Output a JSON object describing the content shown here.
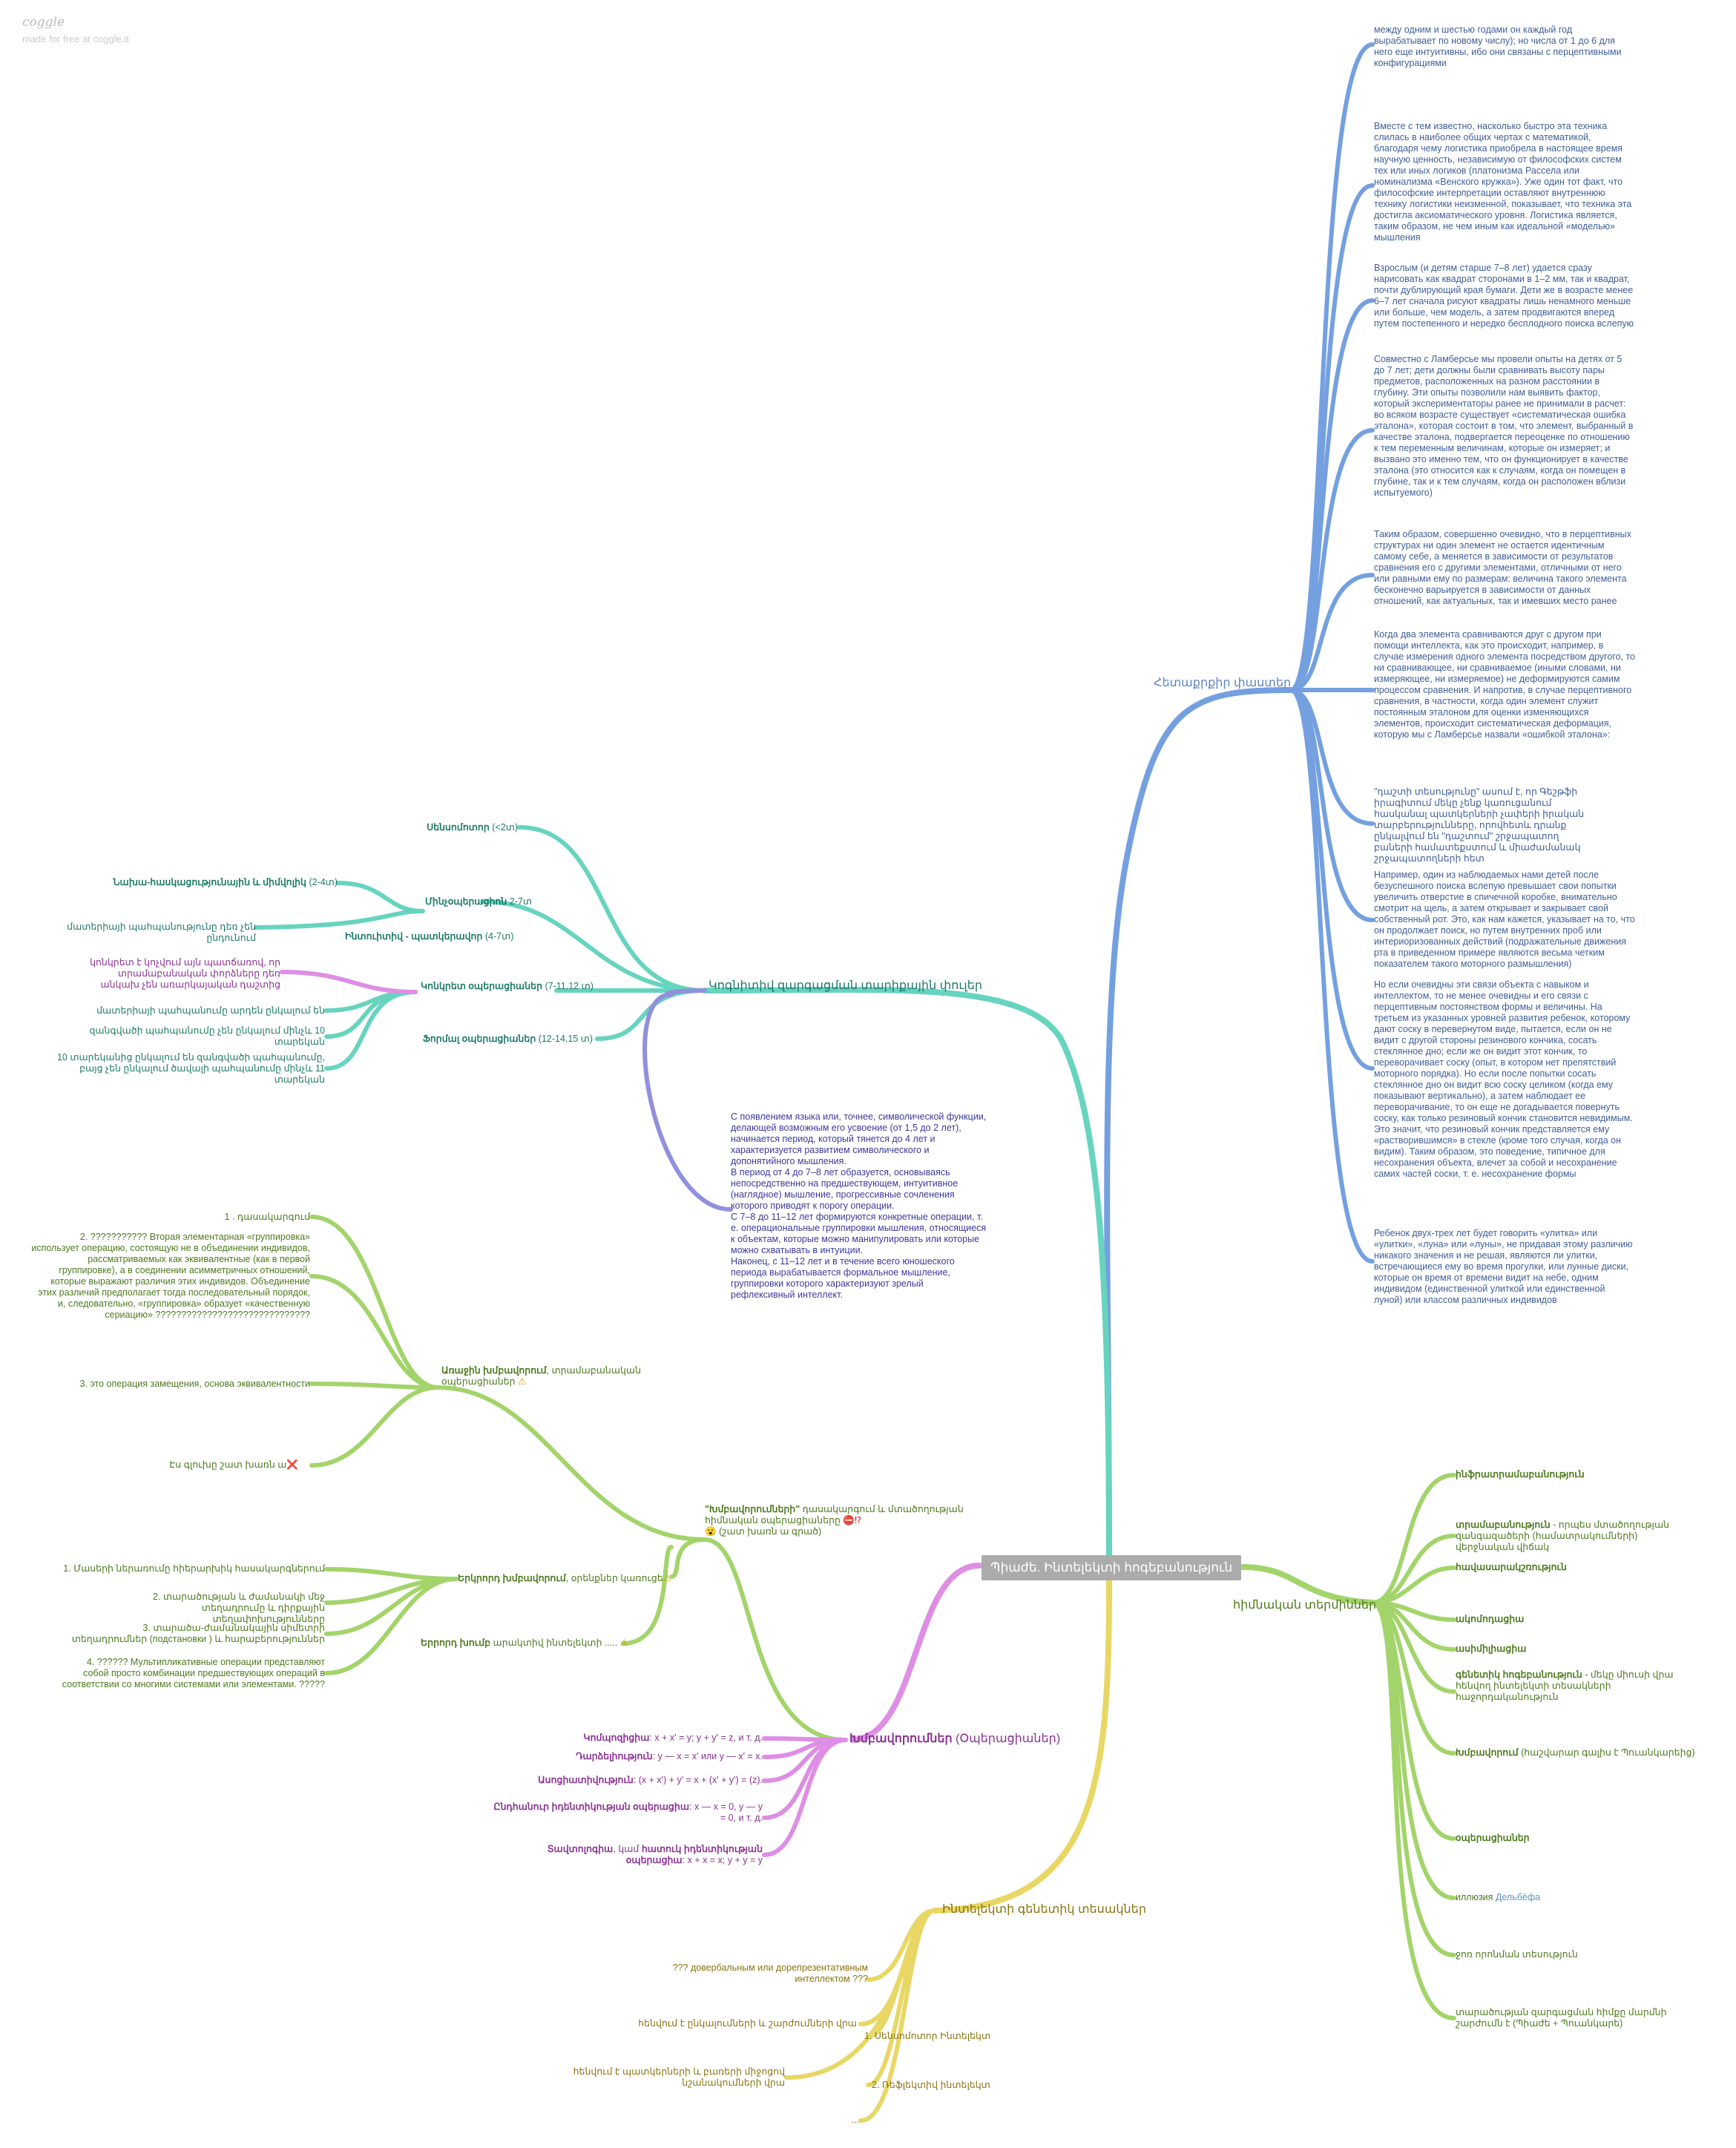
{
  "brand": {
    "logo": "coggle",
    "tagline": "made for free at coggle.it"
  },
  "root": "Պիաժե. Ինտելեկտի հոգեբանություն",
  "perception": {
    "title": "Հետաքրքիր փաստեր",
    "notes": [
      "между одним и шестью годами он каждый год вырабатывает по новому числу); но числа от 1 до 6 для него еще интуитивны, ибо они связаны с перцептивными конфигурациями",
      "Вместе с тем известно, насколько быстро эта техника слилась в наиболее общих чертах с математикой, благодаря чему логистика приобрела в настоящее время научную ценность, независимую от философских систем тех или иных логиков (платонизма Рассела или номинализма «Венского кружка»). Уже один тот факт, что философские интерпретации оставляют внутреннюю технику логистики неизменной, показывает, что техника эта достигла аксиоматического уровня. Логистика является, таким образом, не чем иным как идеальной «моделью» мышления",
      "Взрослым (и детям старше 7–8 лет) удается сразу нарисовать как квадрат сторонами в 1–2 мм, так и квадрат, почти дублирующий края бумаги. Дети же в возрасте менее 6–7 лет сначала рисуют квадраты лишь ненамного меньше или больше, чем модель, а затем продвигаются вперед путем постепенного и нередко бесплодного поиска вслепую",
      "Совместно с Ламберсье мы провели опыты на детях от 5 до 7 лет; дети должны были сравнивать высоту пары предметов, расположенных на разном расстоянии в глубину. Эти опыты позволили нам выявить фактор, который экспериментаторы ранее не принимали в расчет: во всяком возрасте существует «систематическая ошибка эталона», которая состоит в том, что элемент, выбранный в качестве эталона, подвергается переоценке по отношению к тем переменным величинам, которые он измеряет; и вызвано это именно тем, что он функционирует в качестве эталона (это относится как к случаям, когда он помещен в глубине, так и к тем случаям, когда он расположен вблизи испытуемого)",
      "Таким образом, совершенно очевидно, что в перцептивных структурах ни один элемент не остается идентичным самому себе, а меняется в зависимости от результатов сравнения его с другими элементами, отличными от него или равными ему по размерам: величина такого элемента бесконечно варьируется в зависимости от данных отношений, как актуальных, так и имевших место ранее",
      "Когда два элемента сравниваются друг с другом при помощи интеллекта, как это происходит, например, в случае измерения одного элемента посредством другого, то ни сравнивающее, ни сравниваемое (иными словами, ни измеряющее, ни измеряемое) не деформируются самим процессом сравнения. И напротив, в случае перцептивного сравнения, в частности, когда один элемент служит постоянным эталоном для оценки изменяющихся элементов, происходит систематическая деформация, которую мы с Ламберсье назвали «ошибкой эталона»:",
      "\"դաշտի տեսությունը\" ասում է, որ Գեշթֆի իրագիտում մեկը չենք կառուցանում հասկանալ պատկերների չափերի իրական տարբերությունները, որովհետև դրանք ընկալվում են \"դաշտում\" շրջապատող բաների համատեքստում և միաժամանակ շրջապատողների հետ",
      "Например, один из наблюдаемых нами детей после безуспешного поиска вслепую превышает свои попытки увеличить отверстие в спичечной коробке, внимательно смотрит на щель, а затем открывает и закрывает свой собственный рот. Это, как нам кажется, указывает на то, что он продолжает поиск, но путем внутренних проб или интериоризованных действий (подражательные движения рта в приведенном примере являются весьма четким показателем такого моторного размышления)",
      "Но если очевидны эти связи объекта с навыком и интеллектом, то не менее очевидны и его связи с перцептивным постоянством формы и величины. На третьем из указанных уровней развития ребенок, которому дают соску в перевернутом виде, пытается, если он не видит с другой стороны резинового кончика, сосать стеклянное дно; если же он видит этот кончик, то переворачивает соску (опыт, в котором нет препятствий моторного порядка). Но если после попытки сосать стеклянное дно он видит всю соску целиком (когда ему показывают вертикально), а затем наблюдает ее переворачивание, то он еще не догадывается повернуть соску, как только резиновый кончик становится невидимым. Это значит, что резиновый кончик представляется ему «растворившимся» в стекле (кроме того случая, когда он видим). Таким образом, это поведение, типичное для несохранения объекта, влечет за собой и несохранение самих частей соски, т. е. несохранение формы",
      "Ребенок двух-трех лет будет говорить «улитка» или «улитки», «луна» или «луны», не придавая этому различию никакого значения и не решая, являются ли улитки, встречающиеся ему во время прогулки, или лунные диски, которые он время от времени видит на небе, одним индивидом (единственной улиткой или единственной луной) или классом различных индивидов"
    ]
  },
  "stages": {
    "title": "Կոգնիտիվ զարգացման տարիքային փուլեր",
    "sensorimotor": {
      "label": "Սենսոմոտոր",
      "age": "(<2տ)"
    },
    "preop": {
      "label": "Մինչօպերացիոն",
      "age": "2-7տ"
    },
    "symbolic": {
      "label": "Նախա-հասկացությունային և միմվոլիկ",
      "age": "(2-4տ)"
    },
    "intuitive": {
      "label": "Ինտուիտիվ - պատկերավոր",
      "age": "(4-7տ)"
    },
    "intuitive_note": "մատերիայի պահպանությունը դեռ չեն ընդունում",
    "concrete": {
      "label": "Կոնկրետ օպերացիաներ",
      "age": "(7-11,12 տ)"
    },
    "concrete_notes": [
      "կոնկրետ է կոչվում այն պատճառով, որ տրամաբանական փորձները դեռ անկախ չեն առարկայական դաշտից",
      "մատերիայի պահպանումը արդեն ընկալում են",
      "զանգվածի պահպանումը չեն ընկալում մինչև 10 տարեկան",
      "10 տարեկանից ընկալում են զանգվածի պահպանումը, բայց չեն ընկալում ծավալի պահպանումը մինչև 11 տարեկան"
    ],
    "formal": {
      "label": "Ֆորմալ օպերացիաներ",
      "age": "(12-14,15 տ)"
    },
    "summary": [
      "С появлением языка или, точнее, символической функции, делающей возможным его усвоение (от 1,5 до 2 лет), начинается период, который тянется до 4 лет и характеризуется развитием символического и допонятийного мышления.",
      "В период от 4 до 7–8 лет образуется, основываясь непосредственно на предшествующем, интуитивное (наглядное) мышление, прогрессивные сочленения которого приводят к порогу операции.",
      "С 7–8 до 11–12 лет формируются конкретные операции, т. е. операциональные группировки мышления, относящиеся к объектам, которые можно манипулировать или которые можно схватывать в интуиции.",
      "Наконец, с 11–12 лет и в течение всего юношеского периода вырабатывается формальное мышление, группировки которого характеризуют зрелый рефлексивный интеллект."
    ]
  },
  "groupings": {
    "title": "Խմբավորումներ",
    "title_suffix": "(Օպերացիաներ)",
    "header_bold": "\"Խմբավորումների\"",
    "header_rest": " դասակարգում և մտածողության հիմնական օպերացիաները",
    "header_sym": "⛔⁉",
    "header_note": "(շատ խառն ա գրած)",
    "first": {
      "bold": "Առաջին խմբավորում",
      "rest": ", տրամաբանական օպերացիաներ"
    },
    "first_items": [
      "1 . դասակարգում",
      "2. ??????????? Вторая элементарная «группировка» использует операцию, состоящую не в объединении индивидов, рассматриваемых как эквивалентные (как в первой группировке), а в соединении асимметричных отношений, которые выражают различия этих индивидов. Объединение этих различий предполагает тогда последовательный порядок, и, следовательно, «группировка» образует «качественную сериацию» ??????????????????????????????",
      "3. это операция замещения, основа эквивалентности",
      "Էս գլուխը շատ խառն ա"
    ],
    "second": {
      "bold": "Երկրորդ խմբավորում",
      "rest": ", օրենքներ կառուցե"
    },
    "second_items": [
      "1. Մասերի ներառումը հիերարխիկ հասակարգներում",
      "2. տարածության և ժամանակի մեջ տեղադրումը և դիրքային տեղափոխությունները",
      "3. տարածա-ժամանակային սիմետրի տեղադրումներ (подстановки ) և հարաբերություններ",
      "4. ?????? Мультипликативные операции представляют собой просто комбинации предшествующих операций в соответствии со многими системами или элементами. ?????"
    ],
    "third": {
      "bold": "Երրորդ խումբ",
      "rest": " արակտիվ ինտելեկտի .....  "
    },
    "properties": [
      {
        "name": "Կոմպոզիցիա",
        "formula": ": x + x' = y; y + y' = z, и т. д."
      },
      {
        "name": "Դարձելիություն",
        "formula": ": y — x = x' или y — x' = x."
      },
      {
        "name": "Ասոցիատիվություն",
        "formula": ": (x + x') + y' = x + (x' + y') = (z)."
      },
      {
        "name": "Ընդհանուր իդենտիկության օպերացիա",
        "formula": ": x — x = 0, y — y = 0, и т. д."
      },
      {
        "name": "Տավտոլոգիա",
        "mid": ", կամ ",
        "name2": "հատուկ իդենտիկության օպերացիա",
        "formula": ": x + x = x; y + y = y"
      }
    ]
  },
  "terms": {
    "title": "հիմնական տերմիններ",
    "items": [
      {
        "bold": "ինֆրատրամաբանություն",
        "rest": ""
      },
      {
        "bold": "տրամաբանություն",
        "rest": " - որպես մտածողության զանգազածերի (համատրակումների) վերջնական վիճակ"
      },
      {
        "bold": "հավասարակշռություն",
        "rest": ""
      },
      {
        "bold": "ակոմոդացիա",
        "rest": ""
      },
      {
        "bold": "ասիմիլիացիա",
        "rest": ""
      },
      {
        "bold": "գենետիկ հոգեբանություն",
        "rest": " - մեկը միուսի վրա հենվող ինտելեկտի տեսակների հաջորդականություն"
      },
      {
        "bold": "Խմբավորում",
        "rest": " (հաշվարար գալիս է Պուանկարեից)"
      },
      {
        "bold": "օպերացիաներ",
        "rest": ""
      },
      {
        "bold": "",
        "rest": "иллюзия ",
        "link": "Дельбёфа"
      },
      {
        "bold": "",
        "rest": "ջոռ որոնման տեսություն"
      },
      {
        "bold": "",
        "rest": "տարածության զարգացման հիմքը մարմնի շարժումն է (Պիաժե + Պուանկարե)"
      }
    ]
  },
  "genetic": {
    "title": "Ինտելեկտի գենետիկ տեսակներ",
    "items": [
      "??? довербальным или дорепрезентативным интеллектом ???",
      "հենվում է ընկալումների և շարժումների վրա",
      "1.  Սենսոմոտոր Ինտելեկտ",
      "հենվում է պատկերների և բառերի միջոցով նշանակումների վրա",
      "2. Ռեֆլեկտիվ ինտելեկտ",
      "..."
    ]
  },
  "icons": {
    "warn": "⚠",
    "cross": "❌",
    "smile": "😮"
  },
  "colors": {
    "perception": "#74a0e0",
    "stages": "#66d4bf",
    "summary": "#9090dd",
    "groupings": "#a3d46b",
    "properties": "#de8ee4",
    "terms": "#a3d46b",
    "genetic": "#e8d764",
    "root": "#ababab"
  }
}
